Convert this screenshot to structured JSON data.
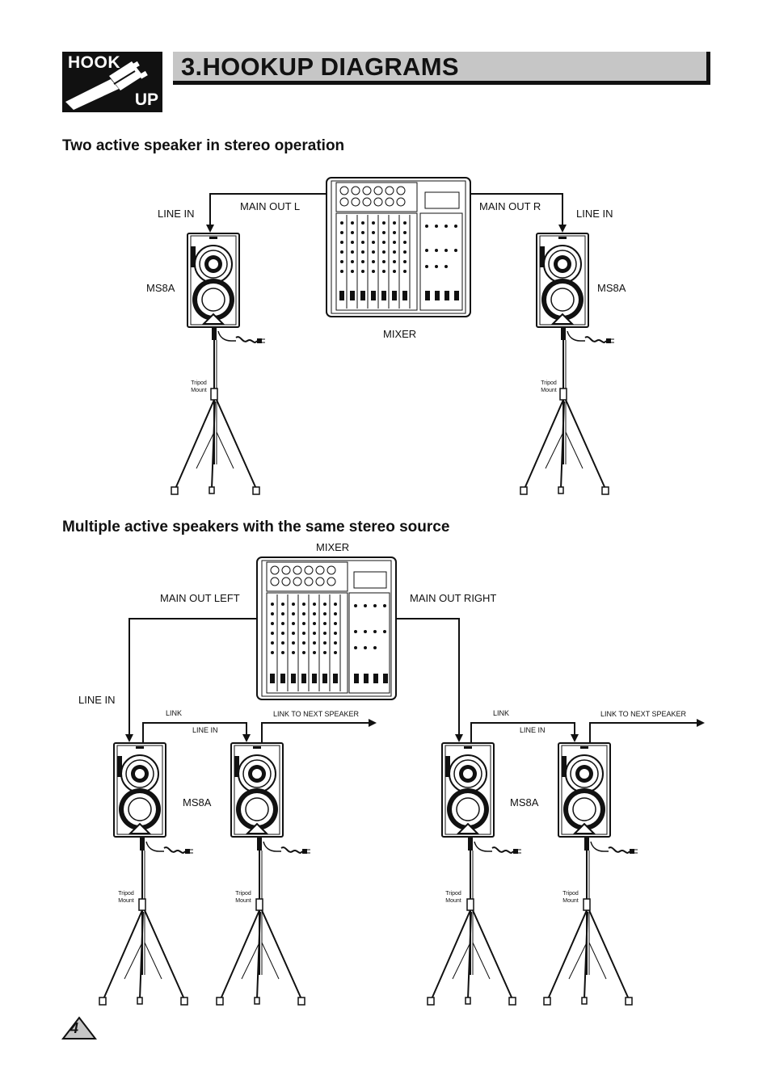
{
  "header": {
    "badge_top": "HOOK",
    "badge_bottom": "UP",
    "title": "3.HOOKUP DIAGRAMS"
  },
  "section1": {
    "heading": "Two active speaker in stereo operation",
    "mixer_label": "MIXER",
    "main_out_l": "MAIN OUT L",
    "main_out_r": "MAIN OUT R",
    "line_in_left": "LINE IN",
    "line_in_right": "LINE IN",
    "speaker_left": "MS8A",
    "speaker_right": "MS8A",
    "tripod_line1": "Tripod",
    "tripod_line2": "Mount"
  },
  "section2": {
    "heading": "Multiple active speakers with the same stereo source",
    "mixer_label": "MIXER",
    "main_out_left": "MAIN OUT LEFT",
    "main_out_right": "MAIN OUT RIGHT",
    "line_in": "LINE IN",
    "link": "LINK",
    "link_line_in": "LINE IN",
    "link_to_next": "LINK TO NEXT SPEAKER",
    "speaker_label": "MS8A",
    "tripod_line1": "Tripod",
    "tripod_line2": "Mount"
  },
  "footer": {
    "page_number": "4"
  },
  "colors": {
    "title_bar": "#c6c6c6",
    "ink": "#111111"
  }
}
